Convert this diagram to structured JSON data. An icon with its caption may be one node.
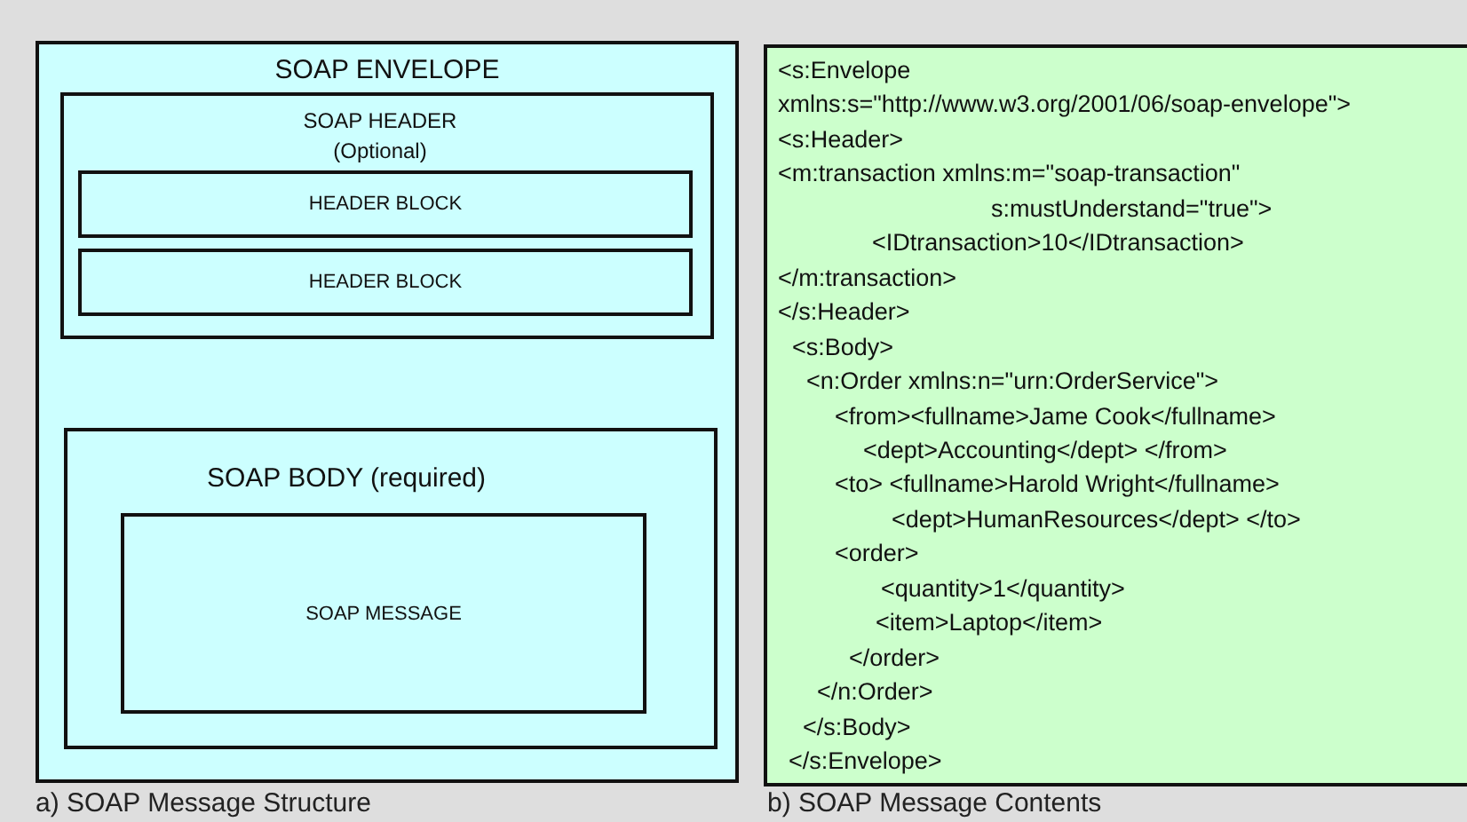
{
  "diagram": {
    "nodes": [
      {
        "text": [
          "SOAP ENVELOPE"
        ]
      },
      {
        "text": [
          "SOAP HEADER (Optional)"
        ],
        "in": 0
      },
      {
        "text": [
          "HEADER BLOCK"
        ],
        "in": 1
      },
      {
        "text": [
          "HEADER BLOCK"
        ],
        "in": 1
      },
      {
        "text": [
          "SOAP BODY (required)"
        ],
        "in": 0
      },
      {
        "text": [
          "SOAP MESSAGE"
        ],
        "in": 4
      },
      {
        "text": [
          "<s:Envelope",
          "xmlns:s=\"http://www.w3.org/2001/06/soap-envelope\">",
          "<s:Header>",
          "<m:transaction xmlns:m=\"soap-transaction\"",
          "s:mustUnderstand=\"true\">",
          "<IDtransaction>10</IDtransaction>",
          "</m:transaction>",
          "</s:Header>",
          "<s:Body>",
          "<n:Order xmlns:n=\"urn:OrderService\">",
          "<from><fullname>Jame Cook</fullname>",
          "<dept>Accounting</dept> </from>",
          "<to> <fullname>Harold Wright</fullname>",
          "<dept>HumanResources</dept> </to>",
          "<order>",
          "<quantity>1</quantity>",
          "<item>Laptop</item>",
          "</order>",
          "</n:Order>",
          "</s:Body>",
          "</s:Envelope>"
        ]
      }
    ],
    "edges": [],
    "labels": [
      "a) SOAP Message Structure",
      "b) SOAP Message Contents"
    ]
  }
}
